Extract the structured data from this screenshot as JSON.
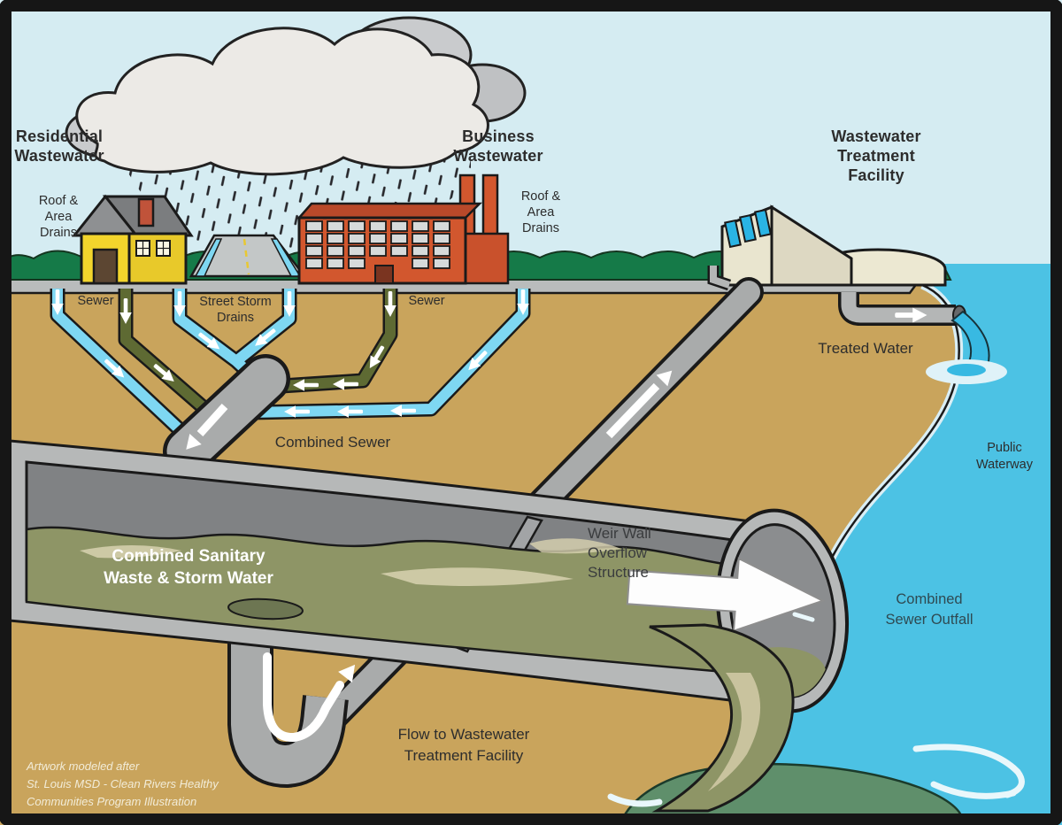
{
  "figure": {
    "type": "combined-sewer-system-illustration",
    "labels": {
      "residential": {
        "l1": "Residential",
        "l2": "Wastewater"
      },
      "roof_drains_left": {
        "l1": "Roof &",
        "l2": "Area",
        "l3": "Drains"
      },
      "business": {
        "l1": "Business",
        "l2": "Wastewater"
      },
      "roof_drains_right": {
        "l1": "Roof &",
        "l2": "Area",
        "l3": "Drains"
      },
      "treatment_facility": {
        "l1": "Wastewater",
        "l2": "Treatment",
        "l3": "Facility"
      },
      "sewer_left": "Sewer",
      "street_storm_drains": {
        "l1": "Street Storm",
        "l2": "Drains"
      },
      "sewer_right": "Sewer",
      "combined_sewer": "Combined Sewer",
      "treated_water": "Treated Water",
      "public_waterway": {
        "l1": "Public",
        "l2": "Waterway"
      },
      "combined_sanitary": {
        "l1": "Combined Sanitary",
        "l2": "Waste & Storm Water"
      },
      "weir_wall": {
        "l1": "Weir Wall",
        "l2": "Overflow",
        "l3": "Structure"
      },
      "sewer_outfall": {
        "l1": "Combined",
        "l2": "Sewer Outfall"
      },
      "flow_to_treatment": {
        "l1": "Flow to Wastewater",
        "l2": "Treatment Facility"
      },
      "attribution": {
        "l1": "Artwork modeled after",
        "l2": "St. Louis MSD - Clean Rivers Healthy",
        "l3": "Communities Program Illustration"
      }
    },
    "colors": {
      "sky": "#d5ecf2",
      "water": "#4cc2e4",
      "earth": "#c9a45c",
      "hedge": "#157a48",
      "surface": "#b9bcbc",
      "storm_pipe": "#7ed7f2",
      "sanitary_pipe": "#5e6a33",
      "gray_pipe": "#a9abab",
      "pipe_wall": "#b6b8b8",
      "pipe_interior": "#808284",
      "sewage": "#8e9566",
      "outfall_plume": "#5f8f6b",
      "house": "#f3d52c",
      "factory": "#d2572e",
      "facility": "#e9e5cf",
      "treated_water": "#38b9e2"
    }
  }
}
